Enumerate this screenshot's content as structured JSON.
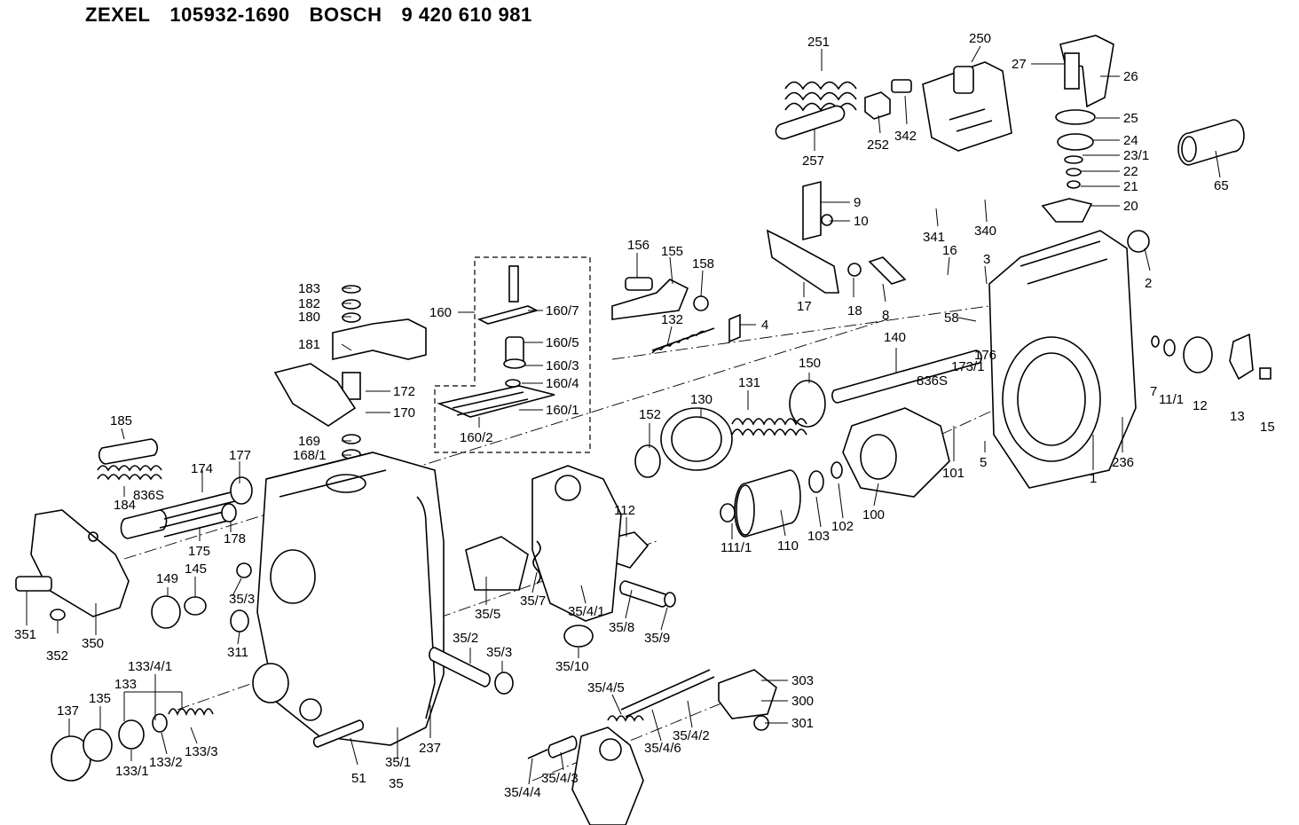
{
  "header": {
    "brand1": "ZEXEL",
    "number1": "105932-1690",
    "brand2": "BOSCH",
    "number2": "9 420 610 981"
  },
  "labels": {
    "l251": "251",
    "l250": "250",
    "l27": "27",
    "l26": "26",
    "l25": "25",
    "l24": "24",
    "l23_1": "23/1",
    "l22": "22",
    "l21": "21",
    "l20": "20",
    "l65": "65",
    "l252": "252",
    "l342": "342",
    "l257": "257",
    "l341": "341",
    "l340": "340",
    "l9": "9",
    "l10": "10",
    "l16": "16",
    "l3": "3",
    "l2": "2",
    "l156": "156",
    "l155": "155",
    "l158": "158",
    "l4": "4",
    "l132": "132",
    "l17": "17",
    "l18": "18",
    "l8": "8",
    "l58": "58",
    "l183": "183",
    "l182": "182",
    "l180": "180",
    "l181": "181",
    "l172": "172",
    "l170": "170",
    "l169": "169",
    "l168_1": "168/1",
    "l160": "160",
    "l160_7": "160/7",
    "l160_5": "160/5",
    "l160_3": "160/3",
    "l160_4": "160/4",
    "l160_1": "160/1",
    "l160_2": "160/2",
    "l140": "140",
    "l150": "150",
    "l131": "131",
    "l130": "130",
    "l152": "152",
    "l173_1": "173/1",
    "l176": "176",
    "l836s_r": "836S",
    "l7": "7",
    "l11_1r": "11/1",
    "l12": "12",
    "l13": "13",
    "l15": "15",
    "l5": "5",
    "l101": "101",
    "l236": "236",
    "l1": "1",
    "l185": "185",
    "l184": "184",
    "l836s_l": "836S",
    "l174": "174",
    "l177": "177",
    "l175": "175",
    "l178": "178",
    "l112": "112",
    "l111_1": "111/1",
    "l110": "110",
    "l103": "103",
    "l102": "102",
    "l100": "100",
    "l149": "149",
    "l145": "145",
    "l35_3a": "35/3",
    "l311": "311",
    "l351": "351",
    "l352": "352",
    "l350": "350",
    "l35_5": "35/5",
    "l35_7": "35/7",
    "l35_4_1": "35/4/1",
    "l35_8": "35/8",
    "l35_9": "35/9",
    "l35_10": "35/10",
    "l35_2": "35/2",
    "l35_3b": "35/3",
    "l133_4_1": "133/4/1",
    "l133": "133",
    "l135": "135",
    "l137": "137",
    "l133_1": "133/1",
    "l133_2": "133/2",
    "l133_3": "133/3",
    "l51": "51",
    "l35": "35",
    "l35_1": "35/1",
    "l237": "237",
    "l35_4_5": "35/4/5",
    "l35_4_2": "35/4/2",
    "l35_4_6": "35/4/6",
    "l35_4_3": "35/4/3",
    "l35_4_4": "35/4/4",
    "l303": "303",
    "l300": "300",
    "l301": "301"
  }
}
